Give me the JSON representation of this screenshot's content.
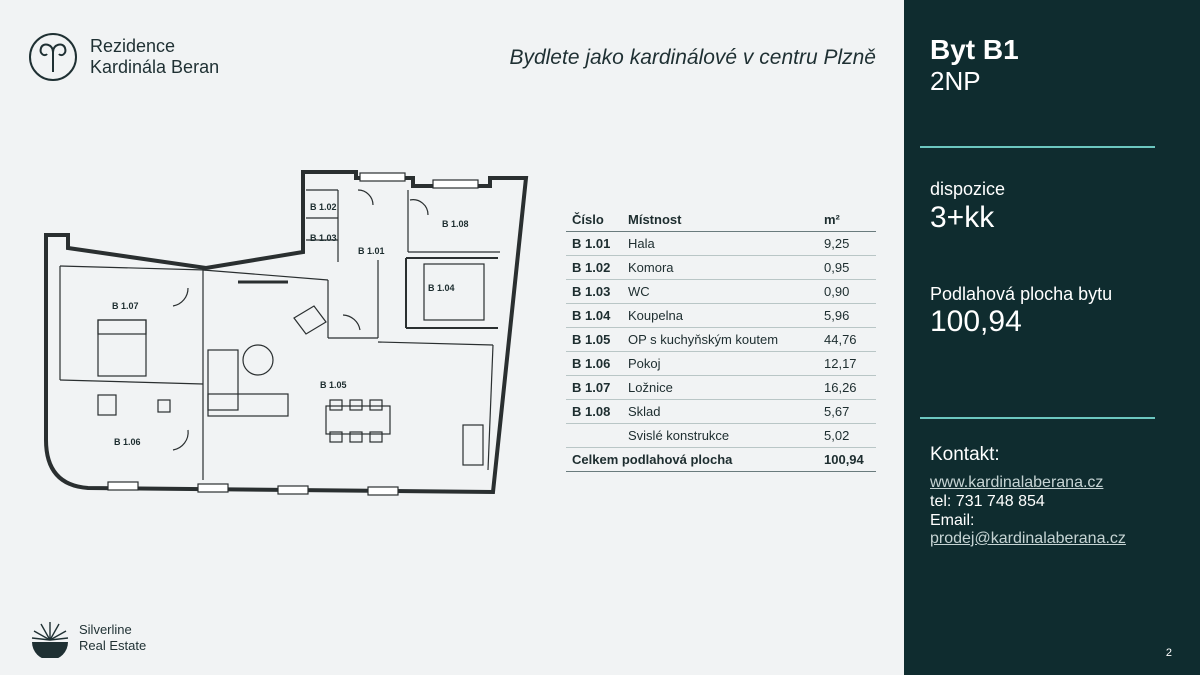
{
  "brand": {
    "line1": "Rezidence",
    "line2": "Kardinála Beran"
  },
  "tagline": "Bydlete jako kardinálové v centru Plzně",
  "plan": {
    "labels": {
      "b102": "B 1.02",
      "b103": "B 1.03",
      "b101": "B 1.01",
      "b108": "B 1.08",
      "b104": "B 1.04",
      "b107": "B 1.07",
      "b105": "B 1.05",
      "b106": "B 1.06"
    }
  },
  "table": {
    "headers": {
      "code": "Číslo",
      "room": "Místnost",
      "area": "m²"
    },
    "rows": [
      {
        "code": "B 1.01",
        "room": "Hala",
        "area": "9,25"
      },
      {
        "code": "B 1.02",
        "room": "Komora",
        "area": "0,95"
      },
      {
        "code": "B 1.03",
        "room": "WC",
        "area": "0,90"
      },
      {
        "code": "B 1.04",
        "room": "Koupelna",
        "area": "5,96"
      },
      {
        "code": "B 1.05",
        "room": "OP s kuchyňským koutem",
        "area": "44,76"
      },
      {
        "code": "B 1.06",
        "room": "Pokoj",
        "area": "12,17"
      },
      {
        "code": "B 1.07",
        "room": "Ložnice",
        "area": "16,26"
      },
      {
        "code": "B 1.08",
        "room": "Sklad",
        "area": "5,67"
      },
      {
        "code": "",
        "room": "Svislé konstrukce",
        "area": "5,02"
      }
    ],
    "total": {
      "label": "Celkem podlahová plocha",
      "area": "100,94"
    }
  },
  "silverline": {
    "line1": "Silverline",
    "line2": "Real Estate"
  },
  "side": {
    "title": "Byt B1",
    "floor": "2NP",
    "disposition_label": "dispozice",
    "disposition_value": "3+kk",
    "area_label": "Podlahová plocha bytu",
    "area_value": "100,94",
    "contact_label": "Kontakt:",
    "website": "www.kardinalaberana.cz",
    "phone": "tel: 731 748 854",
    "email_label": "Email:",
    "email": "prodej@kardinalaberana.cz",
    "page_number": "2"
  },
  "colors": {
    "sidebar": "#0f2c2f",
    "accent_rule": "#6cc7c0",
    "background": "#f1f3f4"
  }
}
